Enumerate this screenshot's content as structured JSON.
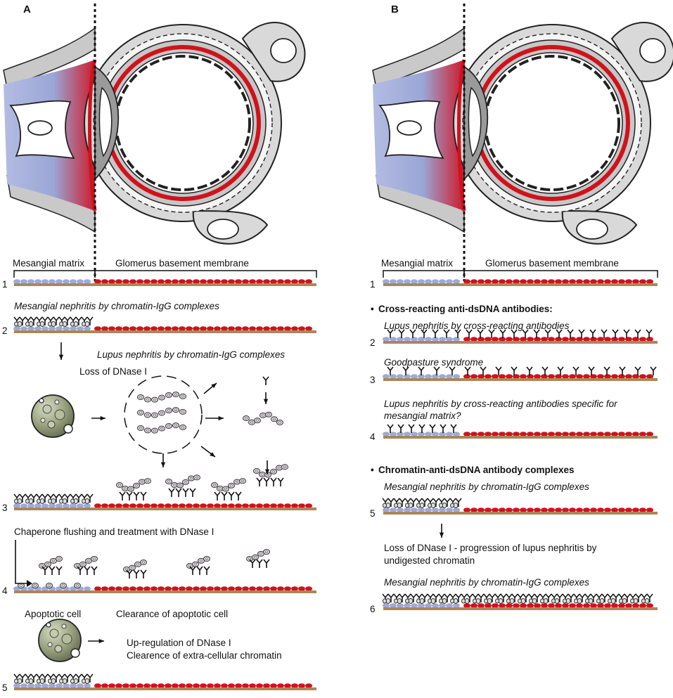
{
  "panel_a": {
    "letter": "A",
    "label_mesangial": "Mesangial matrix",
    "label_gbm": "Glomerus basement membrane",
    "rows": [
      "1",
      "2",
      "3",
      "4",
      "5"
    ],
    "row2_caption": "Mesangial nephritis by chromatin-IgG complexes",
    "lupus_caption": "Lupus nephritis by chromatin-IgG complexes",
    "loss_dnase": "Loss of DNase I",
    "chaperone": "Chaperone flushing and treatment with DNase I",
    "apoptotic_cell": "Apoptotic cell",
    "clearance": "Clearance of apoptotic cell",
    "upregulation": "Up-regulation of DNase I",
    "clearence_extra": "Clearence of extra-cellular chromatin"
  },
  "panel_b": {
    "letter": "B",
    "label_mesangial": "Mesangial matrix",
    "label_gbm": "Glomerus basement membrane",
    "rows": [
      "1",
      "2",
      "3",
      "4",
      "5",
      "6"
    ],
    "bullet": "•",
    "heading_cross": "Cross-reacting anti-dsDNA antibodies:",
    "row2_caption": "Lupus nephritis by cross-reacting antibodies",
    "row3_caption": "Goodpasture syndrome",
    "row4_caption_line1": "Lupus nephritis by cross-reacting antibodies specific for",
    "row4_caption_line2": "mesangial matrix?",
    "heading_complex": "Chromatin-anti-dsDNA antibody complexes",
    "row5_caption": "Mesangial nephritis by chromatin-IgG complexes",
    "loss_line1": "Loss of DNase I - progression of lupus nephritis by",
    "loss_line2": "undigested chromatin",
    "row6_caption": "Mesangial nephritis by chromatin-IgG complexes"
  },
  "colors": {
    "mesangial_blue": "#9fa9d6",
    "gbm_red": "#d0121c",
    "membrane_brown": "#a8875c",
    "grey_layer": "#c8c8c8",
    "cell_olive": "#9aa37f"
  }
}
